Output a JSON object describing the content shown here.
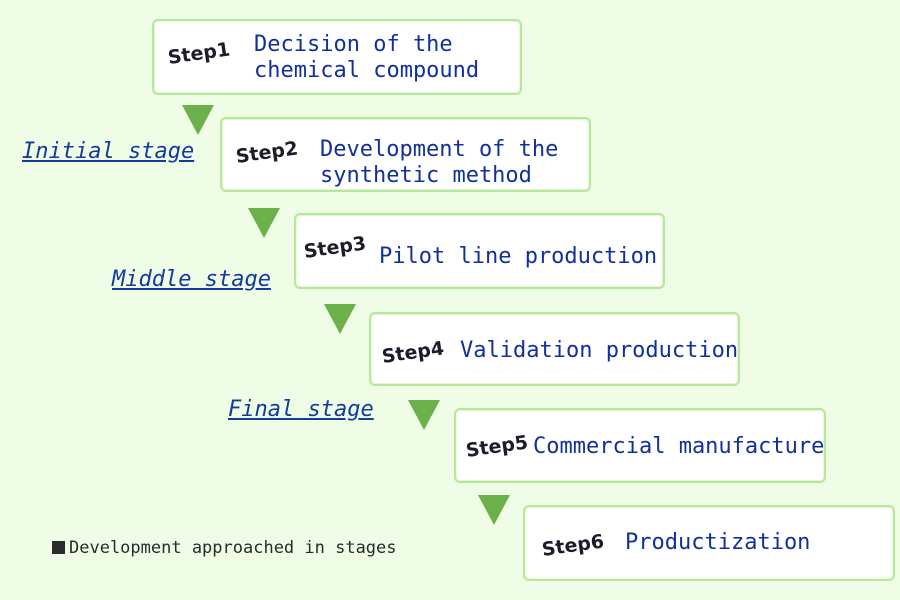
{
  "steps": [
    {
      "tag": "Step1",
      "text": "Decision of the\nchemical compound"
    },
    {
      "tag": "Step2",
      "text": "Development of the\nsynthetic method"
    },
    {
      "tag": "Step3",
      "text": "Pilot line production"
    },
    {
      "tag": "Step4",
      "text": "Validation production"
    },
    {
      "tag": "Step5",
      "text": "Commercial manufacture"
    },
    {
      "tag": "Step6",
      "text": "Productization"
    }
  ],
  "stages": {
    "initial": "Initial stage",
    "middle": "Middle stage",
    "final": "Final stage"
  },
  "caption": "Development approached in stages",
  "colors": {
    "background": "#f0fde6",
    "box_border": "#b6e89a",
    "arrow": "#6cb04a",
    "step_text": "#12309b",
    "stage_label": "#123b9b"
  }
}
